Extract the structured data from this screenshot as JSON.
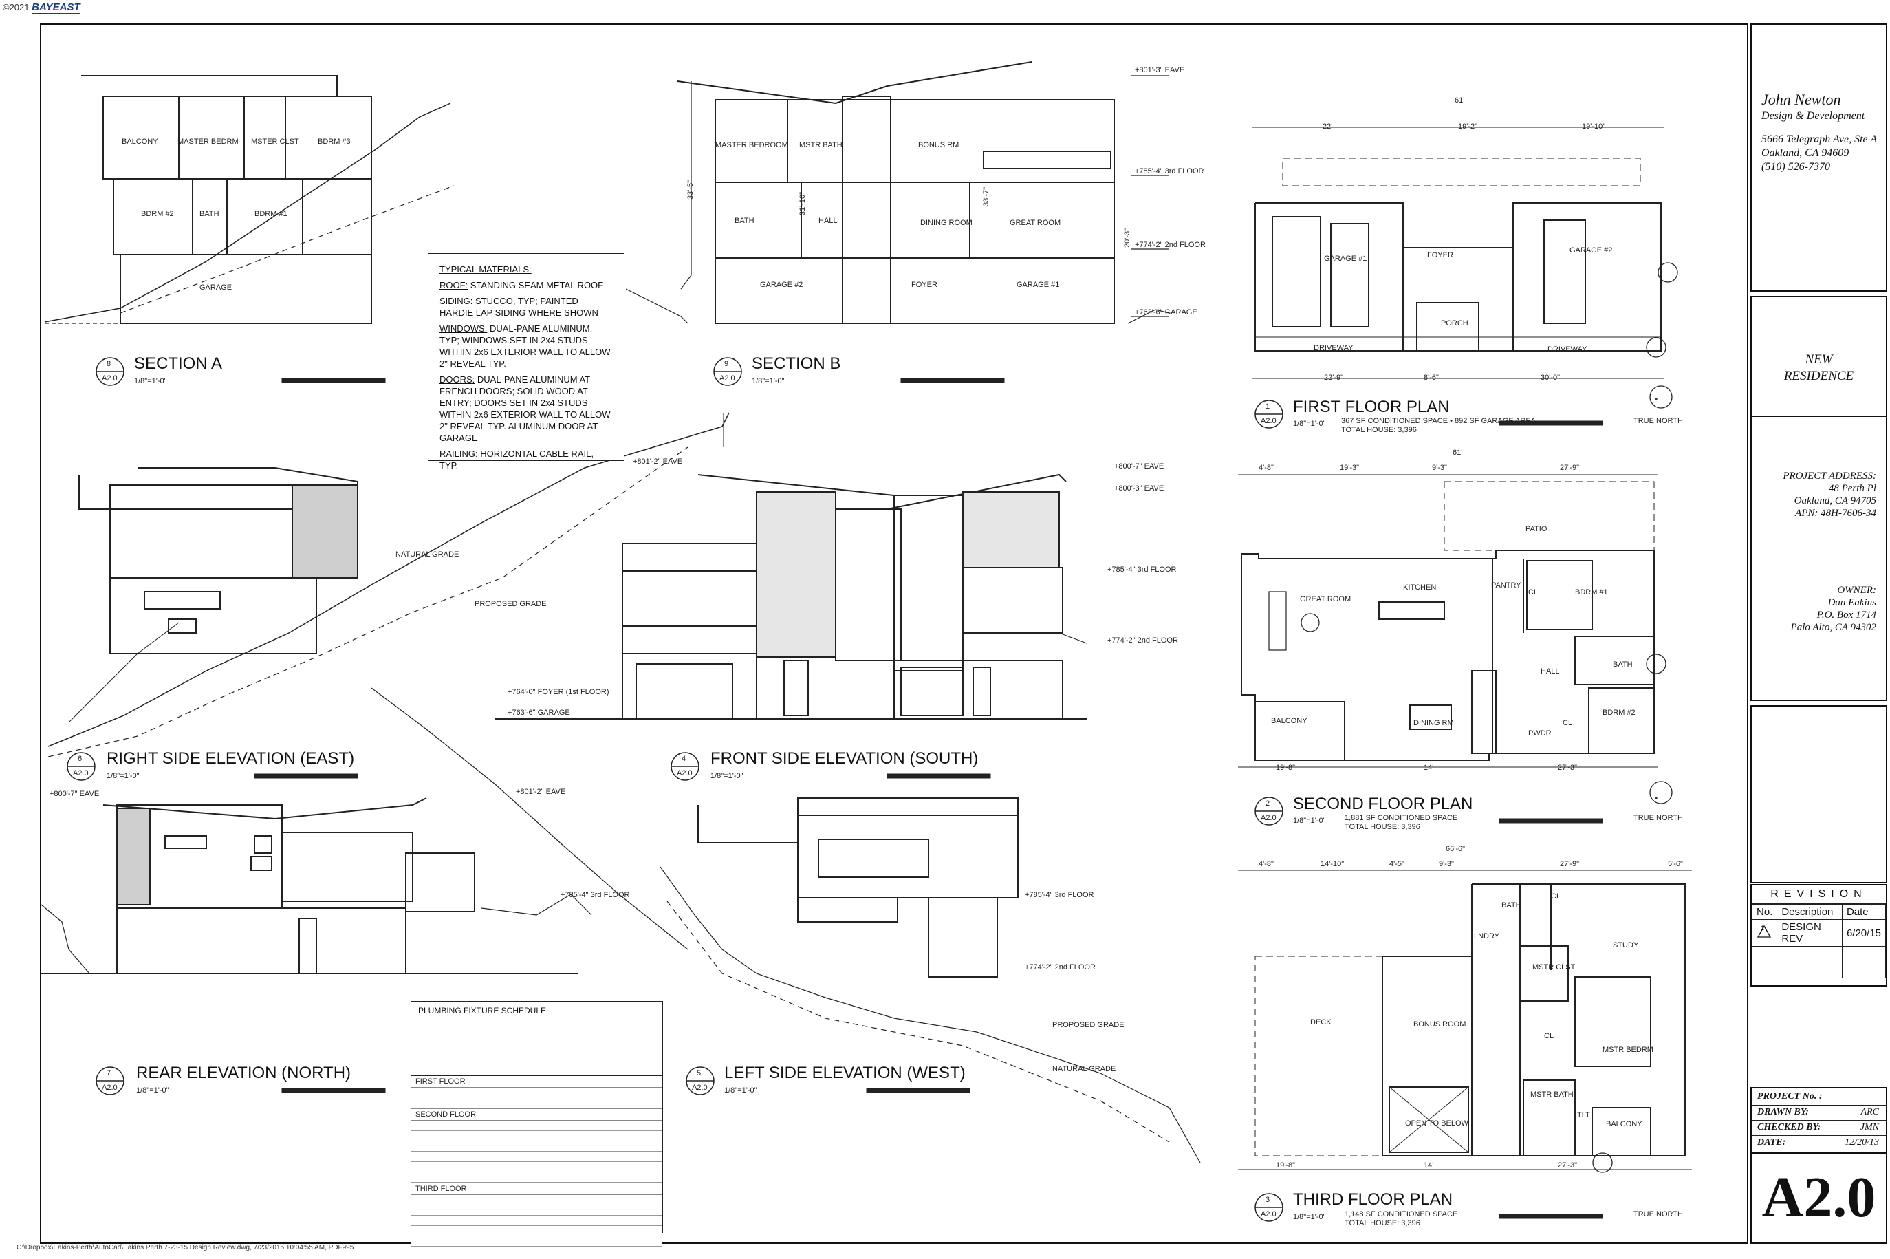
{
  "watermark": {
    "year": "©2021",
    "brand": "BAYEAST"
  },
  "title_block": {
    "firm_name": "John Newton",
    "firm_sub": "Design & Development",
    "firm_address1": "5666 Telegraph Ave, Ste A",
    "firm_address2": "Oakland, CA 94609",
    "firm_phone": "(510) 526-7370",
    "project_title1": "NEW",
    "project_title2": "RESIDENCE",
    "project_address_label": "PROJECT ADDRESS:",
    "project_address1": "48 Perth Pl",
    "project_address2": "Oakland, CA 94705",
    "project_apn": "APN: 48H-7606-34",
    "owner_label": "OWNER:",
    "owner_name": "Dan Eakins",
    "owner_box": "P.O. Box 1714",
    "owner_city": "Palo Alto, CA 94302",
    "revision_header": "REVISION",
    "revision_cols": [
      "No.",
      "Description",
      "Date"
    ],
    "revision_rows": [
      {
        "no": "1",
        "desc": "DESIGN REV",
        "date": "6/20/15"
      }
    ],
    "project_no_label": "PROJECT No. :",
    "drawn_by_label": "DRAWN BY:",
    "drawn_by": "ARC",
    "checked_by_label": "CHECKED BY:",
    "checked_by": "JMN",
    "date_label": "DATE:",
    "date": "12/20/13",
    "sheet": "A2.0"
  },
  "views": {
    "section_a": {
      "num": "8",
      "sheet": "A2.0",
      "title": "SECTION A",
      "scale": "1/8\"=1'-0\""
    },
    "section_b": {
      "num": "9",
      "sheet": "A2.0",
      "title": "SECTION B",
      "scale": "1/8\"=1'-0\""
    },
    "right_elev": {
      "num": "6",
      "sheet": "A2.0",
      "title": "RIGHT SIDE ELEVATION (EAST)",
      "scale": "1/8\"=1'-0\""
    },
    "front_elev": {
      "num": "4",
      "sheet": "A2.0",
      "title": "FRONT SIDE ELEVATION (SOUTH)",
      "scale": "1/8\"=1'-0\""
    },
    "rear_elev": {
      "num": "7",
      "sheet": "A2.0",
      "title": "REAR ELEVATION (NORTH)",
      "scale": "1/8\"=1'-0\""
    },
    "left_elev": {
      "num": "5",
      "sheet": "A2.0",
      "title": "LEFT SIDE ELEVATION (WEST)",
      "scale": "1/8\"=1'-0\""
    },
    "first_floor": {
      "num": "1",
      "sheet": "A2.0",
      "title": "FIRST FLOOR PLAN",
      "scale": "1/8\"=1'-0\"",
      "note1": "367 SF CONDITIONED SPACE • 892 SF GARAGE AREA",
      "note2": "TOTAL HOUSE: 3,396"
    },
    "second_floor": {
      "num": "2",
      "sheet": "A2.0",
      "title": "SECOND FLOOR PLAN",
      "scale": "1/8\"=1'-0\"",
      "note1": "1,881 SF CONDITIONED SPACE",
      "note2": "TOTAL HOUSE: 3,396"
    },
    "third_floor": {
      "num": "3",
      "sheet": "A2.0",
      "title": "THIRD FLOOR PLAN",
      "scale": "1/8\"=1'-0\"",
      "note1": "1,148 SF CONDITIONED SPACE",
      "note2": "TOTAL HOUSE: 3,396"
    }
  },
  "true_north": "TRUE NORTH",
  "typical_materials": {
    "heading": "TYPICAL MATERIALS:",
    "items": [
      {
        "label": "ROOF:",
        "text": " STANDING SEAM METAL ROOF"
      },
      {
        "label": "SIDING:",
        "text": " STUCCO, TYP; PAINTED HARDIE LAP SIDING WHERE SHOWN"
      },
      {
        "label": "WINDOWS:",
        "text": " DUAL-PANE ALUMINUM, TYP; WINDOWS SET IN 2x4 STUDS WITHIN 2x6 EXTERIOR WALL TO ALLOW 2\" REVEAL TYP."
      },
      {
        "label": "DOORS:",
        "text": " DUAL-PANE ALUMINUM AT FRENCH DOORS; SOLID WOOD AT ENTRY; DOORS SET IN 2x4 STUDS WITHIN 2x6 EXTERIOR WALL TO ALLOW 2\" REVEAL TYP. ALUMINUM DOOR AT GARAGE"
      },
      {
        "label": "RAILING:",
        "text": " HORIZONTAL CABLE RAIL, TYP."
      }
    ]
  },
  "plumbing_schedule": {
    "title": "PLUMBING FIXTURE SCHEDULE",
    "sections": [
      "FIRST FLOOR",
      "SECOND FLOOR",
      "THIRD FLOOR"
    ]
  },
  "section_labels": {
    "a_rooms": [
      "BALCONY",
      "MASTER BEDRM",
      "MSTER CLST",
      "BDRM #3",
      "BDRM #2",
      "BATH",
      "BDRM #1",
      "GARAGE"
    ],
    "b_rooms": [
      "MASTER BEDROOM",
      "MSTR BATH",
      "BONUS RM",
      "BATH",
      "HALL",
      "DINING ROOM",
      "GREAT ROOM",
      "GARAGE #2",
      "FOYER",
      "GARAGE #1"
    ],
    "b_levels": [
      "+801'-3\" EAVE",
      "+785'-4\" 3rd FLOOR",
      "+774'-2\" 2nd FLOOR",
      "+763'-6\" GARAGE"
    ],
    "b_dims": [
      "33'-5\"",
      "31'-10\"",
      "33'-7\"",
      "20'-3\""
    ]
  },
  "elev_labels": {
    "natural_grade": "NATURAL GRADE",
    "proposed_grade": "PROPOSED GRADE",
    "front_levels": [
      "+801'-2\" EAVE",
      "+800'-7\" EAVE",
      "+800'-3\" EAVE",
      "+785'-4\" 3rd FLOOR",
      "+774'-2\" 2nd FLOOR",
      "+764'-0\" FOYER (1st FLOOR)",
      "+763'-6\" GARAGE"
    ],
    "rear_levels": [
      "+800'-7\" EAVE",
      "+801'-2\" EAVE",
      "+785'-4\" 3rd FLOOR"
    ],
    "left_levels": [
      "+785'-4\" 3rd FLOOR",
      "+774'-2\" 2nd FLOOR"
    ]
  },
  "plan_labels": {
    "first": {
      "rooms": [
        "GARAGE #1",
        "FOYER",
        "GARAGE #2",
        "PORCH",
        "DRIVEWAY",
        "DRIVEWAY"
      ],
      "dims_top": [
        "61'",
        "22'",
        "19'-2\"",
        "19'-10\""
      ],
      "dims_bottom": [
        "22'-9\"",
        "8'-6\"",
        "30'-0\""
      ]
    },
    "second": {
      "rooms": [
        "PATIO",
        "KITCHEN",
        "PANTRY",
        "CL",
        "BDRM #1",
        "GREAT ROOM",
        "BATH",
        "HALL",
        "BALCONY",
        "DINING RM",
        "BDRM #2",
        "PWDR",
        "CL"
      ],
      "dims_top": [
        "61'",
        "4'-8\"",
        "19'-3\"",
        "9'-3\"",
        "27'-9\""
      ],
      "dims_bottom": [
        "19'-8\"",
        "14'",
        "27'-3\""
      ]
    },
    "third": {
      "rooms": [
        "BATH",
        "CL",
        "STUDY",
        "LNDRY",
        "MSTR CLST",
        "DECK",
        "BONUS ROOM",
        "MSTR BEDRM",
        "MSTR BATH",
        "TLT",
        "BALCONY",
        "OPEN TO BELOW",
        "CL"
      ],
      "dims_top": [
        "66'-6\"",
        "4'-8\"",
        "14'-10\"",
        "4'-5\"",
        "9'-3\"",
        "27'-9\"",
        "5'-6\""
      ],
      "dims_bottom": [
        "19'-8\"",
        "14'",
        "27'-3\""
      ]
    }
  },
  "file_path": "C:\\Dropbox\\Eakins-Perth\\AutoCad\\Eakins Perth 7-23-15 Design Review.dwg, 7/23/2015 10:04:55 AM, PDF995"
}
